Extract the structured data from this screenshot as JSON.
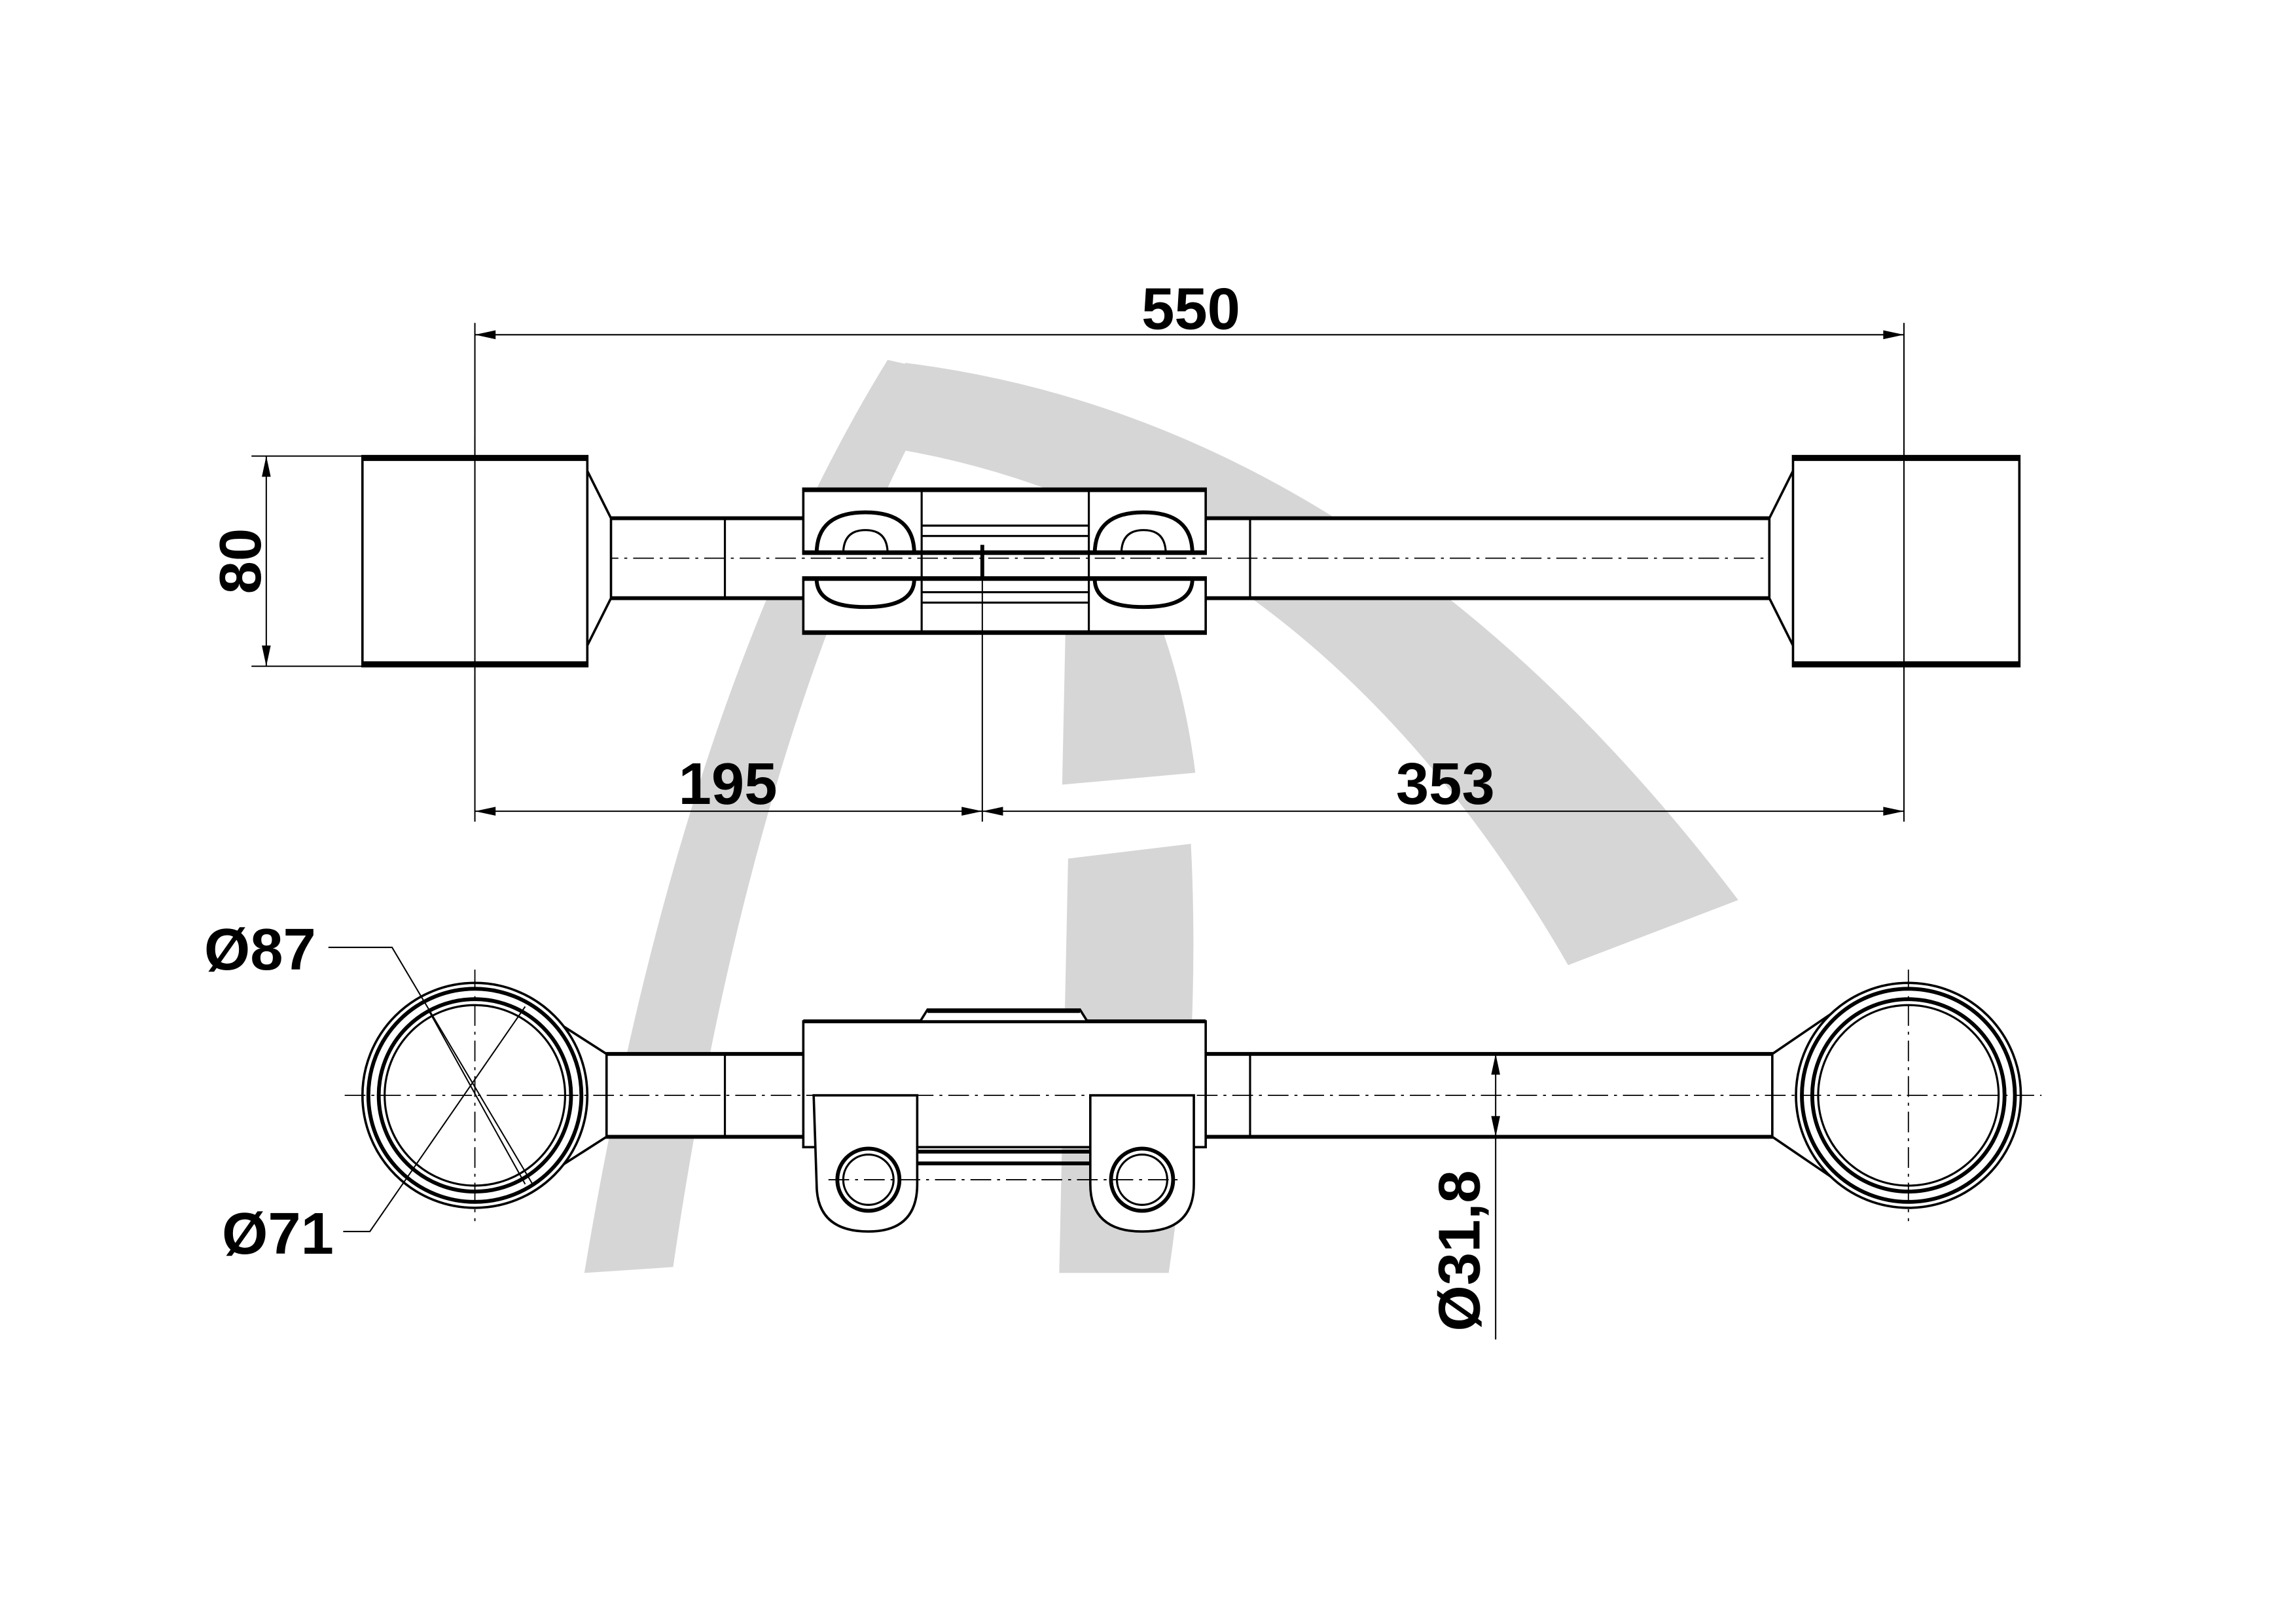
{
  "drawing": {
    "top_view": {
      "overall_length": "550",
      "height": "80",
      "left_to_center": "195",
      "center_to_right": "353"
    },
    "side_view": {
      "outer_diameter": "Ø87",
      "inner_diameter": "Ø71",
      "tube_diameter": "Ø31,8"
    },
    "colors": {
      "line": "#000000",
      "watermark": "#d6d6d6"
    }
  }
}
